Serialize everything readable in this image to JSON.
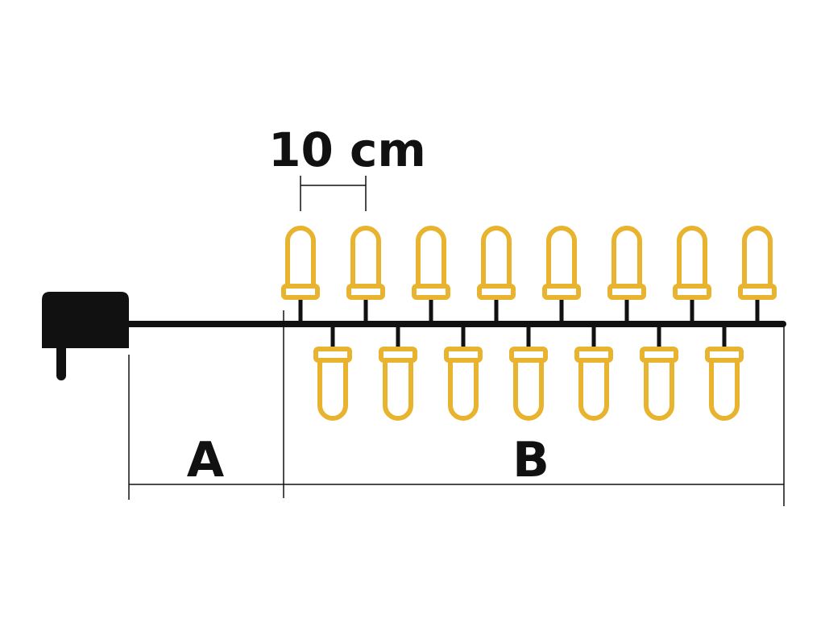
{
  "labels": {
    "spacing": "10 cm",
    "lead_segment": "A",
    "lit_segment": "B"
  },
  "bulbs": {
    "top_row_count": 8,
    "bottom_row_count": 7
  },
  "colors": {
    "bulb": "#E8B32E",
    "cable": "#111111",
    "background": "#FFFFFF"
  },
  "icons": {
    "plug": "power-plug-icon",
    "bulb": "led-bulb-icon"
  }
}
